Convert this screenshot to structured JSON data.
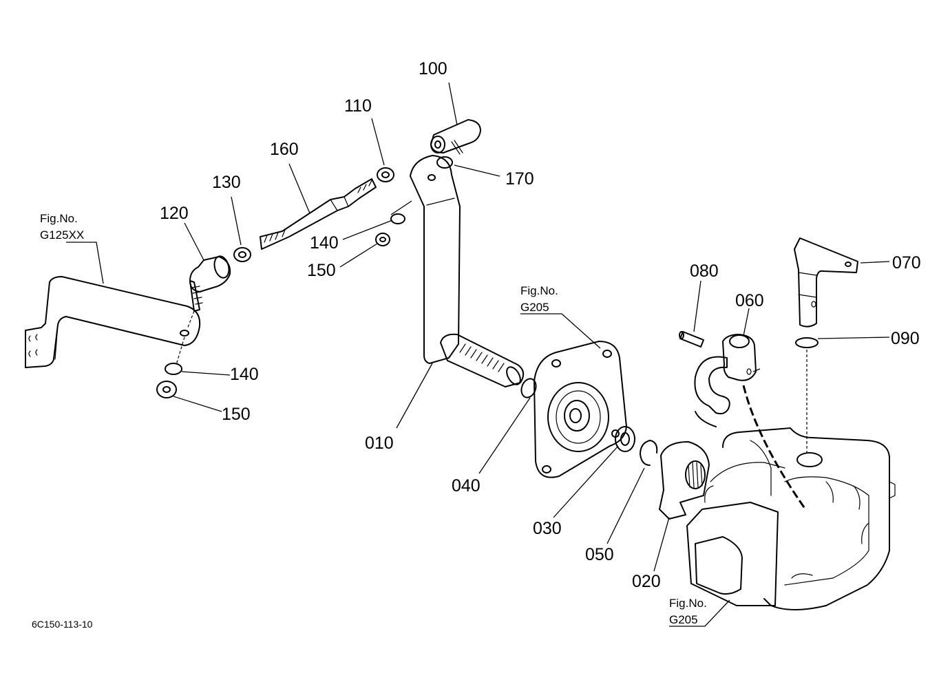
{
  "drawing_code": "6C150-113-10",
  "callouts": [
    {
      "id": "p010",
      "label": "010"
    },
    {
      "id": "p020",
      "label": "020"
    },
    {
      "id": "p030",
      "label": "030"
    },
    {
      "id": "p040",
      "label": "040"
    },
    {
      "id": "p050",
      "label": "050"
    },
    {
      "id": "p060",
      "label": "060"
    },
    {
      "id": "p070",
      "label": "070"
    },
    {
      "id": "p080",
      "label": "080"
    },
    {
      "id": "p090",
      "label": "090"
    },
    {
      "id": "p100",
      "label": "100"
    },
    {
      "id": "p110",
      "label": "110"
    },
    {
      "id": "p120",
      "label": "120"
    },
    {
      "id": "p130",
      "label": "130"
    },
    {
      "id": "p140a",
      "label": "140"
    },
    {
      "id": "p140b",
      "label": "140"
    },
    {
      "id": "p150a",
      "label": "150"
    },
    {
      "id": "p150b",
      "label": "150"
    },
    {
      "id": "p160",
      "label": "160"
    },
    {
      "id": "p170",
      "label": "170"
    }
  ],
  "figure_refs": [
    {
      "id": "ref-left",
      "line1": "Fig.No.",
      "line2": "G125XX"
    },
    {
      "id": "ref-plate",
      "line1": "Fig.No.",
      "line2": "G205"
    },
    {
      "id": "ref-housing",
      "line1": "Fig.No.",
      "line2": "G205"
    }
  ]
}
